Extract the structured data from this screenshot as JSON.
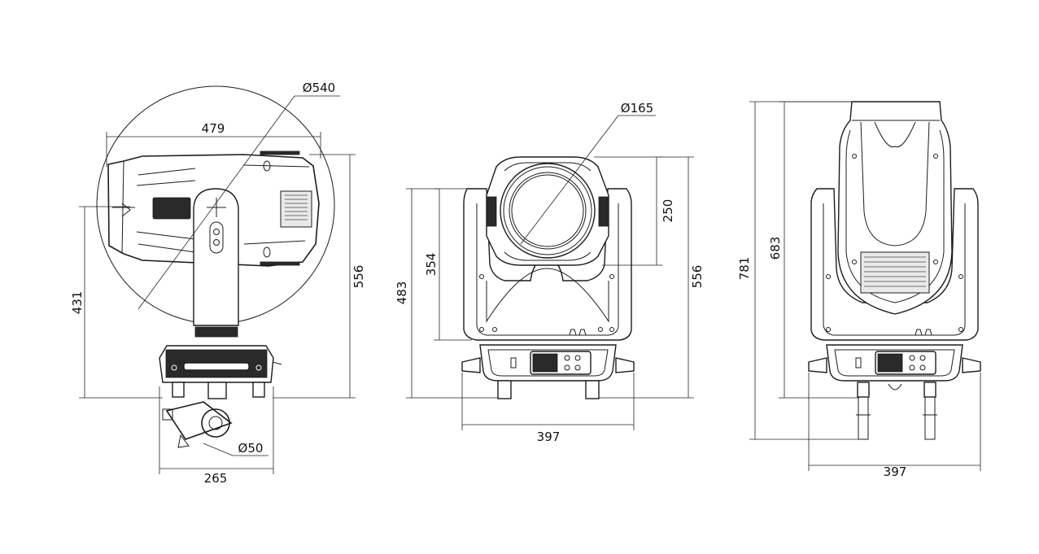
{
  "views": {
    "side": {
      "width_dim": "479",
      "sweep_diameter": "Ø540",
      "tilt_axis_height": "431",
      "total_height": "556",
      "clamp_diameter": "Ø50",
      "base_depth": "265"
    },
    "front": {
      "lens_diameter": "Ø165",
      "head_height": "250",
      "axis_height": "354",
      "yoke_height": "483",
      "total_height": "556",
      "base_width": "397"
    },
    "rear": {
      "total_height": "781",
      "inner_height": "683",
      "base_width": "397"
    }
  }
}
